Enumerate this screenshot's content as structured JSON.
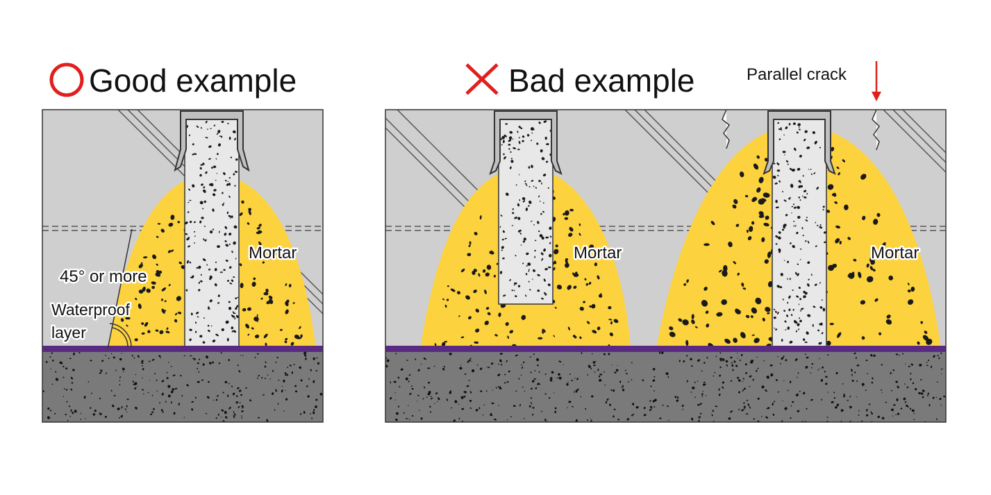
{
  "good": {
    "title": "Good example",
    "mortar_label": "Mortar",
    "angle_label": "45° or more",
    "waterproof_label_line1": "Waterproof",
    "waterproof_label_line2": "layer"
  },
  "bad": {
    "title": "Bad example",
    "mortar_label_left": "Mortar",
    "mortar_label_right": "Mortar",
    "crack_label": "Parallel crack"
  },
  "colors": {
    "mortar": "#fcd23f",
    "wall": "#cfcfcf",
    "concrete": "#7a7a7a",
    "post_fill": "#e8e8e8",
    "waterproof_layer": "#5a2a83",
    "good_mark": "#e0201e",
    "bad_mark": "#e0201e",
    "arrow": "#e0201e",
    "outline": "#333333"
  },
  "icons": {
    "good_mark": "circle-mark-icon",
    "bad_mark": "cross-mark-icon",
    "crack_arrow": "down-arrow-icon"
  }
}
